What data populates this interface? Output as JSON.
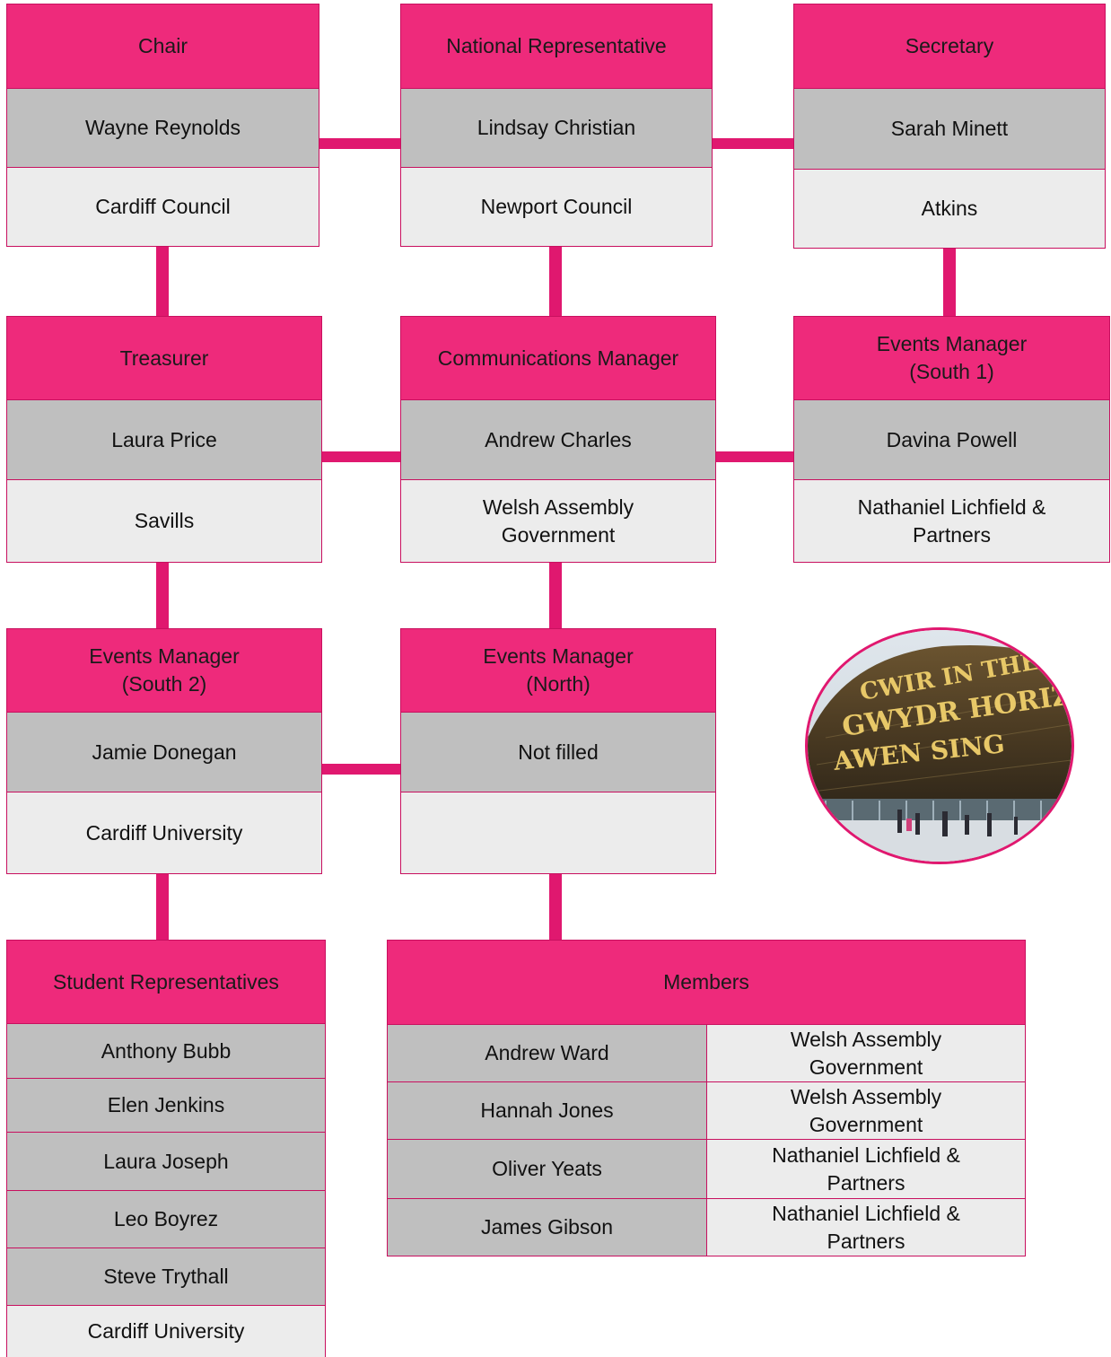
{
  "accent_color": "#ee2a7b",
  "chair": {
    "role": "Chair",
    "name": "Wayne Reynolds",
    "org": "Cardiff Council"
  },
  "national_rep": {
    "role": "National Representative",
    "name": "Lindsay Christian",
    "org": "Newport Council"
  },
  "secretary": {
    "role": "Secretary",
    "name": "Sarah Minett",
    "org": "Atkins"
  },
  "treasurer": {
    "role": "Treasurer",
    "name": "Laura Price",
    "org": "Savills"
  },
  "comms_manager": {
    "role": "Communications Manager",
    "name": "Andrew Charles",
    "org": "Welsh Assembly\nGovernment"
  },
  "events_south1": {
    "role": "Events Manager\n(South 1)",
    "name": "Davina Powell",
    "org": "Nathaniel Lichfield &\nPartners"
  },
  "events_south2": {
    "role": "Events Manager\n(South 2)",
    "name": "Jamie Donegan",
    "org": "Cardiff University"
  },
  "events_north": {
    "role": "Events Manager\n(North)",
    "name": "Not filled",
    "org": ""
  },
  "students": {
    "title": "Student Representatives",
    "names": [
      "Anthony Bubb",
      "Elen Jenkins",
      "Laura Joseph",
      "Leo Boyrez",
      "Steve Trythall"
    ],
    "org": "Cardiff University"
  },
  "members": {
    "title": "Members",
    "rows": [
      {
        "name": "Andrew Ward",
        "org": "Welsh Assembly\nGovernment"
      },
      {
        "name": "Hannah Jones",
        "org": "Welsh Assembly\nGovernment"
      },
      {
        "name": "Oliver Yeats",
        "org": "Nathaniel Lichfield &\nPartners"
      },
      {
        "name": "James Gibson",
        "org": "Nathaniel Lichfield &\nPartners"
      }
    ]
  },
  "photo_icon": "wales-millennium-centre-photo"
}
